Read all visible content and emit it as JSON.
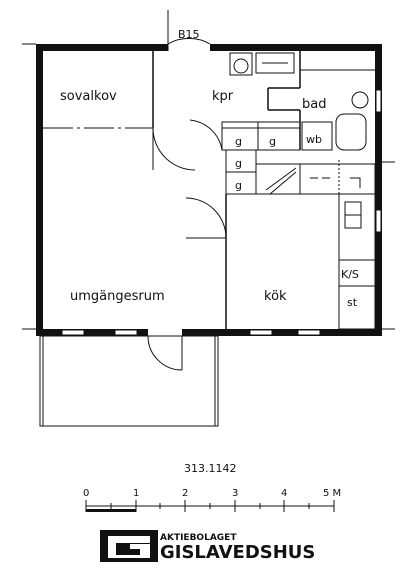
{
  "plan": {
    "unit_code": "B15",
    "rooms": {
      "sovalkov": "sovalkov",
      "kpr": "kpr",
      "bad": "bad",
      "umgangesrum": "umgängesrum",
      "kok": "kök"
    },
    "fixtures": {
      "g1": "g",
      "g2": "g",
      "g3": "g",
      "g4": "g",
      "wb": "wb",
      "ks": "K/S",
      "st": "st"
    }
  },
  "drawing_number": "313.1142",
  "scale": {
    "ticks": [
      "0",
      "1",
      "2",
      "3",
      "4",
      "5 M"
    ]
  },
  "logo": {
    "top_text": "AKTIEBOLAGET",
    "main_text": "GISLAVEDSHUS"
  }
}
